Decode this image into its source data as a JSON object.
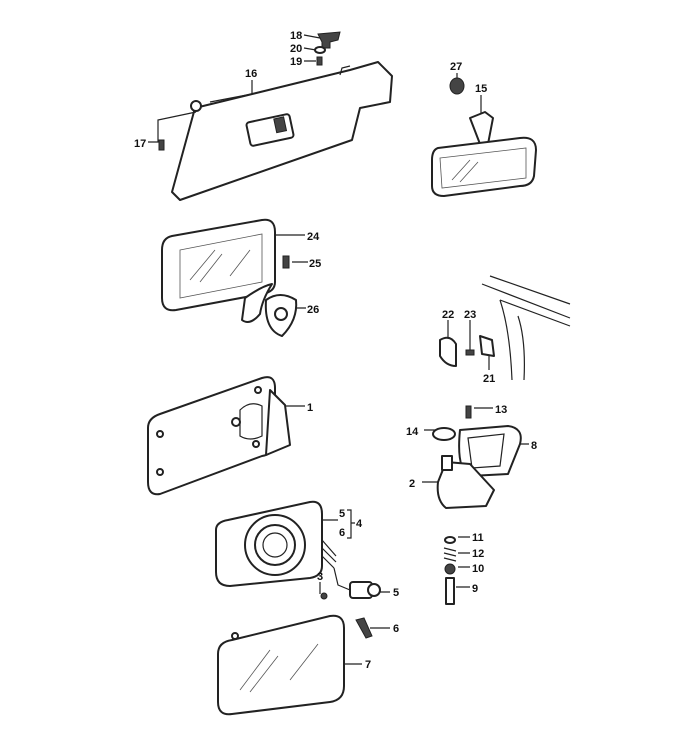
{
  "diagram": {
    "type": "exploded parts diagram - mirrors and sun visor",
    "callouts": [
      "18",
      "20",
      "19",
      "16",
      "17",
      "27",
      "15",
      "24",
      "25",
      "26",
      "22",
      "23",
      "21",
      "1",
      "13",
      "14",
      "8",
      "2",
      "5",
      "6",
      "4",
      "11",
      "12",
      "10",
      "9",
      "3",
      "5",
      "6",
      "7"
    ]
  }
}
